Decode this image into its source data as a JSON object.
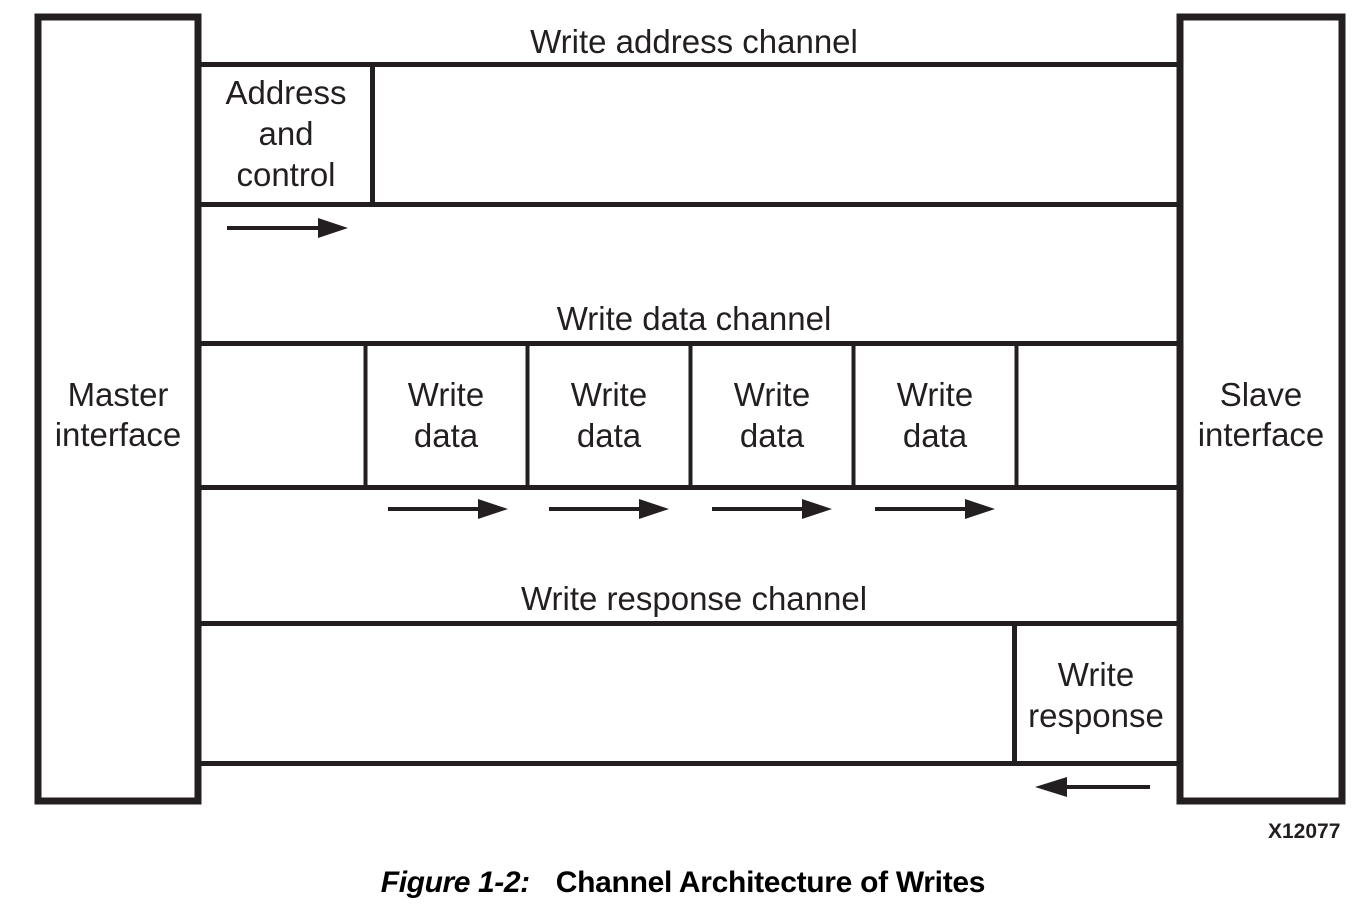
{
  "figure": {
    "caption_number": "Figure 1-2:",
    "caption_title": "Channel Architecture of Writes",
    "code_label": "X12077"
  },
  "endpoints": {
    "master": {
      "line1": "Master",
      "line2": "interface"
    },
    "slave": {
      "line1": "Slave",
      "line2": "interface"
    }
  },
  "channels": [
    {
      "id": "write-address-channel",
      "label": "Write address channel",
      "cells": [
        {
          "id": "address-and-control",
          "line1": "Address",
          "line2": "and",
          "line3": "control"
        },
        {
          "id": "address-channel-empty",
          "line1": "",
          "line2": "",
          "line3": ""
        }
      ],
      "arrows": [
        {
          "id": "address-arrow",
          "direction": "right"
        }
      ]
    },
    {
      "id": "write-data-channel",
      "label": "Write data channel",
      "cells": [
        {
          "id": "data-cell-empty-left",
          "line1": "",
          "line2": ""
        },
        {
          "id": "write-data-1",
          "line1": "Write",
          "line2": "data"
        },
        {
          "id": "write-data-2",
          "line1": "Write",
          "line2": "data"
        },
        {
          "id": "write-data-3",
          "line1": "Write",
          "line2": "data"
        },
        {
          "id": "write-data-4",
          "line1": "Write",
          "line2": "data"
        },
        {
          "id": "data-cell-empty-right",
          "line1": "",
          "line2": ""
        }
      ],
      "arrows": [
        {
          "id": "data-arrow-1",
          "direction": "right"
        },
        {
          "id": "data-arrow-2",
          "direction": "right"
        },
        {
          "id": "data-arrow-3",
          "direction": "right"
        },
        {
          "id": "data-arrow-4",
          "direction": "right"
        }
      ]
    },
    {
      "id": "write-response-channel",
      "label": "Write response channel",
      "cells": [
        {
          "id": "response-cell-empty",
          "line1": "",
          "line2": ""
        },
        {
          "id": "write-response",
          "line1": "Write",
          "line2": "response"
        }
      ],
      "arrows": [
        {
          "id": "response-arrow",
          "direction": "left"
        }
      ]
    }
  ],
  "colors": {
    "stroke": "#231f20",
    "background": "#ffffff",
    "text": "#231f20"
  }
}
